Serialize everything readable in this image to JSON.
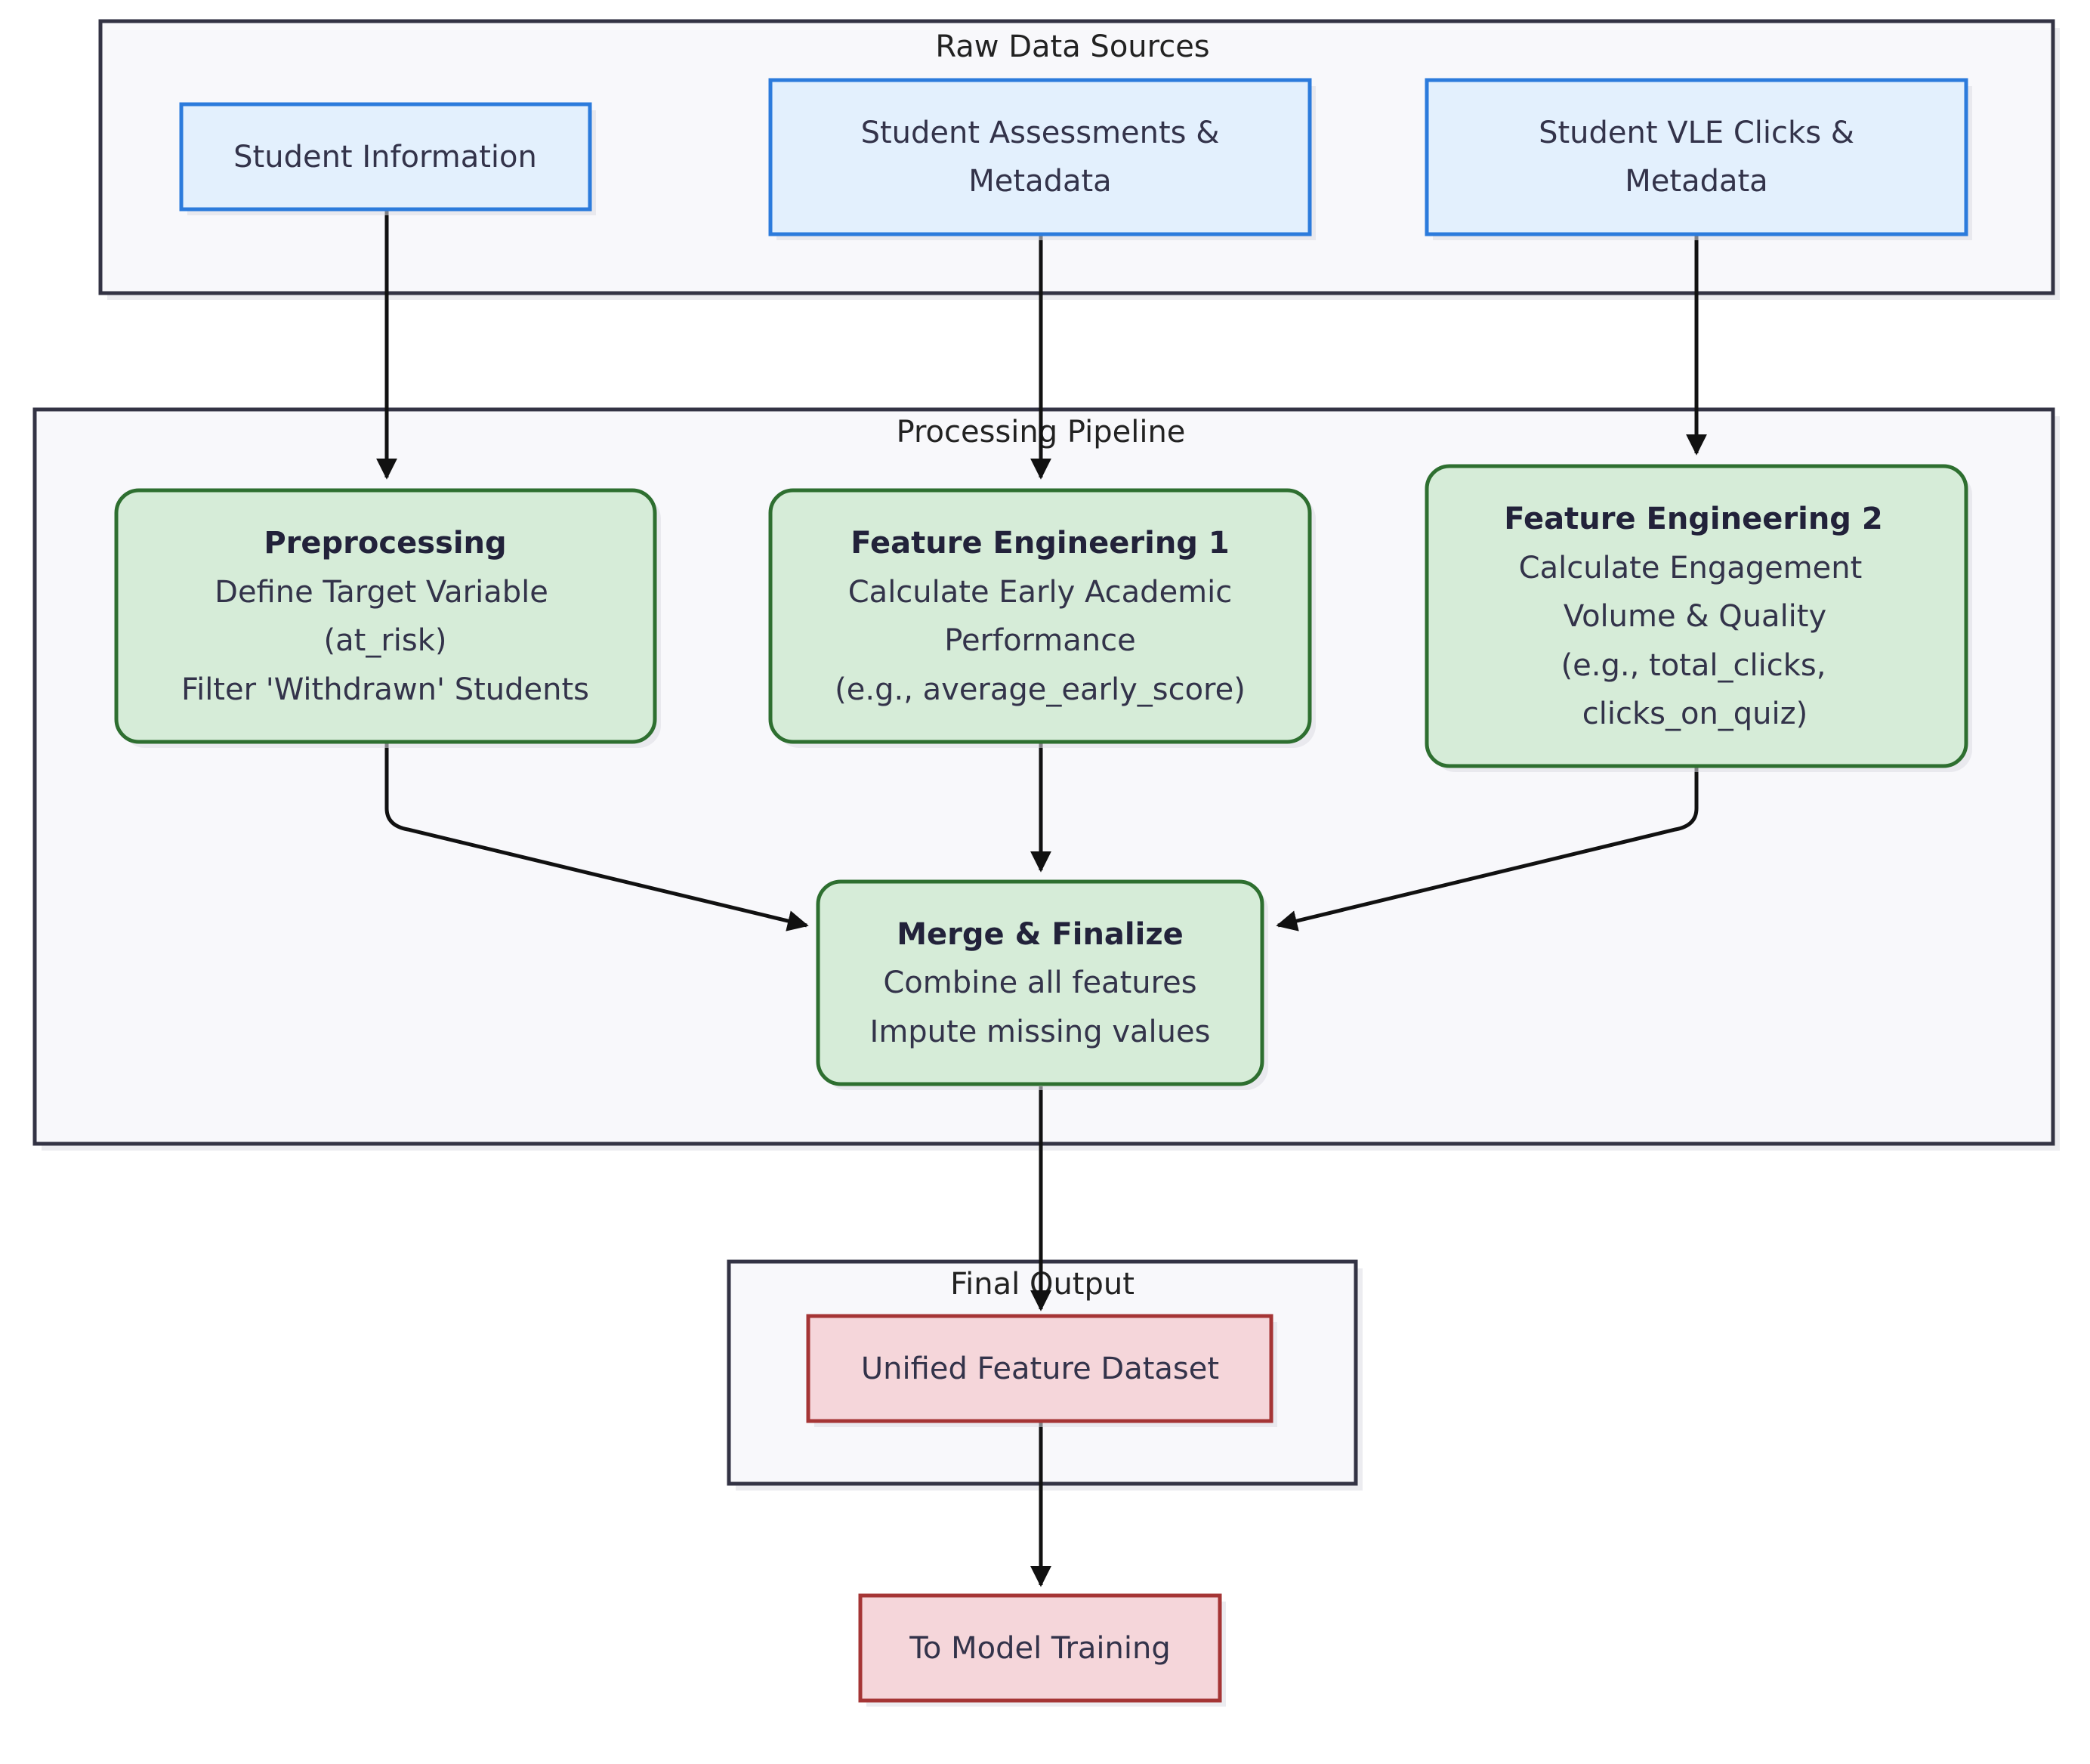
{
  "clusters": {
    "raw": {
      "label": "Raw Data Sources"
    },
    "processing": {
      "label": "Processing Pipeline"
    },
    "final": {
      "label": "Final Output"
    }
  },
  "nodes": {
    "student_info": {
      "lines": [
        "Student Information"
      ]
    },
    "assessments": {
      "lines": [
        "Student Assessments &",
        "Metadata"
      ]
    },
    "vle": {
      "lines": [
        "Student VLE Clicks &",
        "Metadata"
      ]
    },
    "preprocessing": {
      "title": "Preprocessing",
      "lines": [
        "Define Target Variable",
        "(at_risk)",
        "Filter 'Withdrawn' Students"
      ]
    },
    "fe1": {
      "title": "Feature Engineering 1",
      "lines": [
        "Calculate Early Academic",
        "Performance",
        "(e.g., average_early_score)"
      ]
    },
    "fe2": {
      "title": "Feature Engineering 2",
      "lines": [
        "Calculate Engagement",
        "Volume & Quality",
        "(e.g., total_clicks,",
        "clicks_on_quiz)"
      ]
    },
    "merge": {
      "title": "Merge & Finalize",
      "lines": [
        "Combine all features",
        "Impute missing values"
      ]
    },
    "unified": {
      "lines": [
        "Unified Feature Dataset"
      ]
    },
    "model": {
      "lines": [
        "To Model Training"
      ]
    }
  },
  "colors": {
    "source_fill": "#e3f0fd",
    "source_stroke": "#2c7bdc",
    "process_fill": "#d6ecd8",
    "process_stroke": "#2e6f30",
    "output_fill": "#f5d6da",
    "output_stroke": "#a53535",
    "edge": "#111111"
  }
}
